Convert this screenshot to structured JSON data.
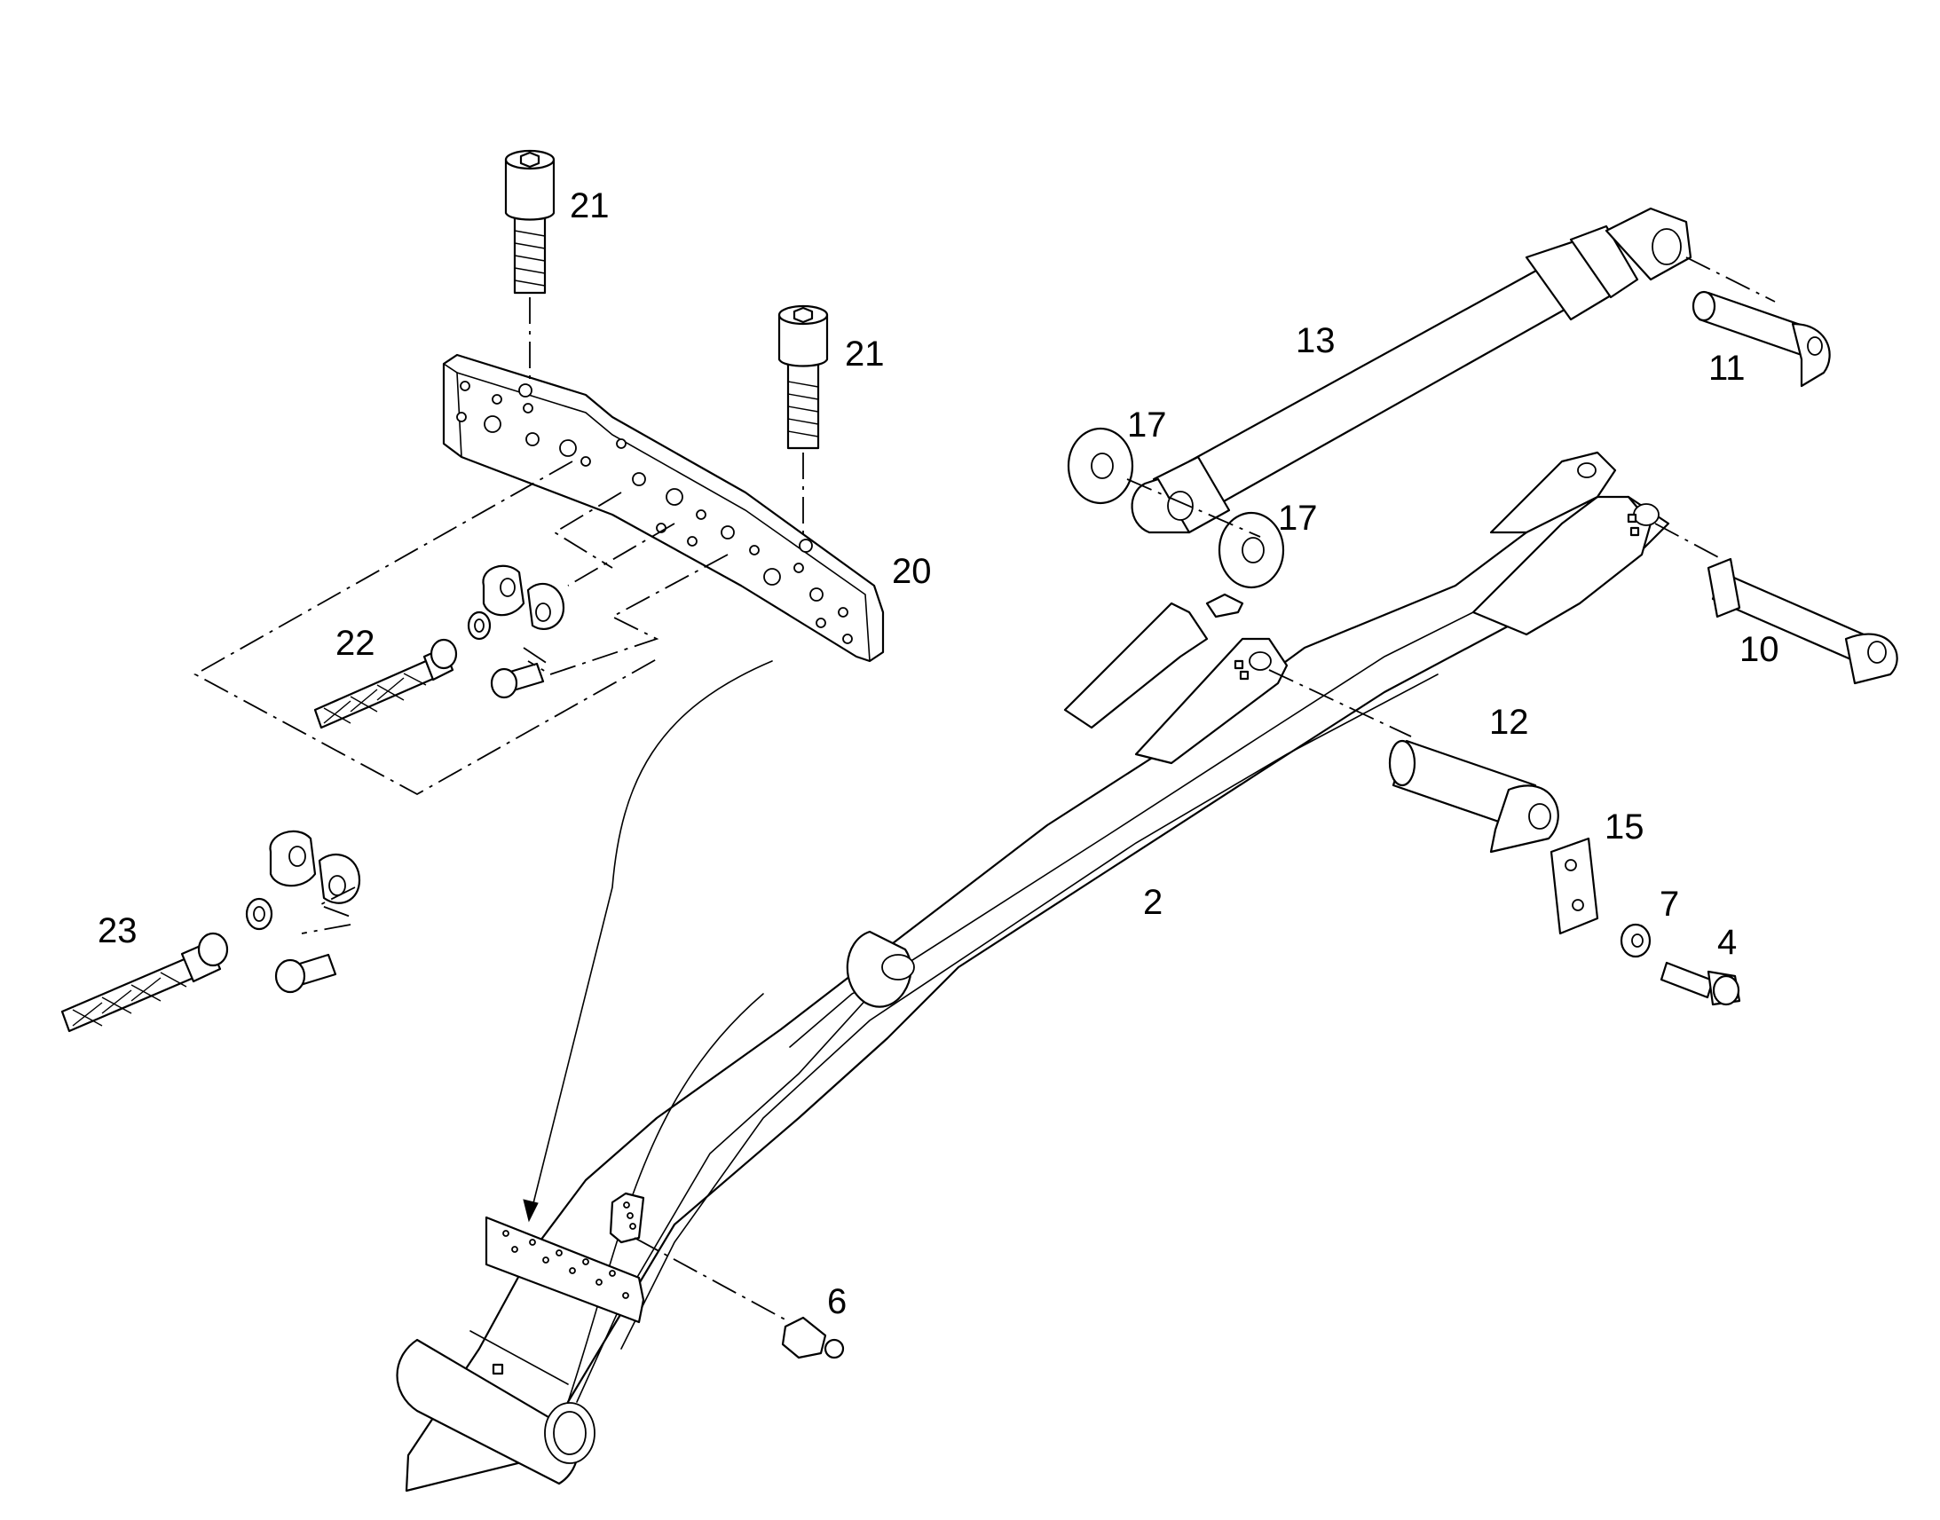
{
  "labels": {
    "p21a": "21",
    "p21b": "21",
    "p20": "20",
    "p22": "22",
    "p23": "23",
    "p13": "13",
    "p11": "11",
    "p17a": "17",
    "p17b": "17",
    "p10": "10",
    "p12": "12",
    "p15": "15",
    "p2": "2",
    "p7": "7",
    "p4": "4",
    "p6": "6"
  }
}
